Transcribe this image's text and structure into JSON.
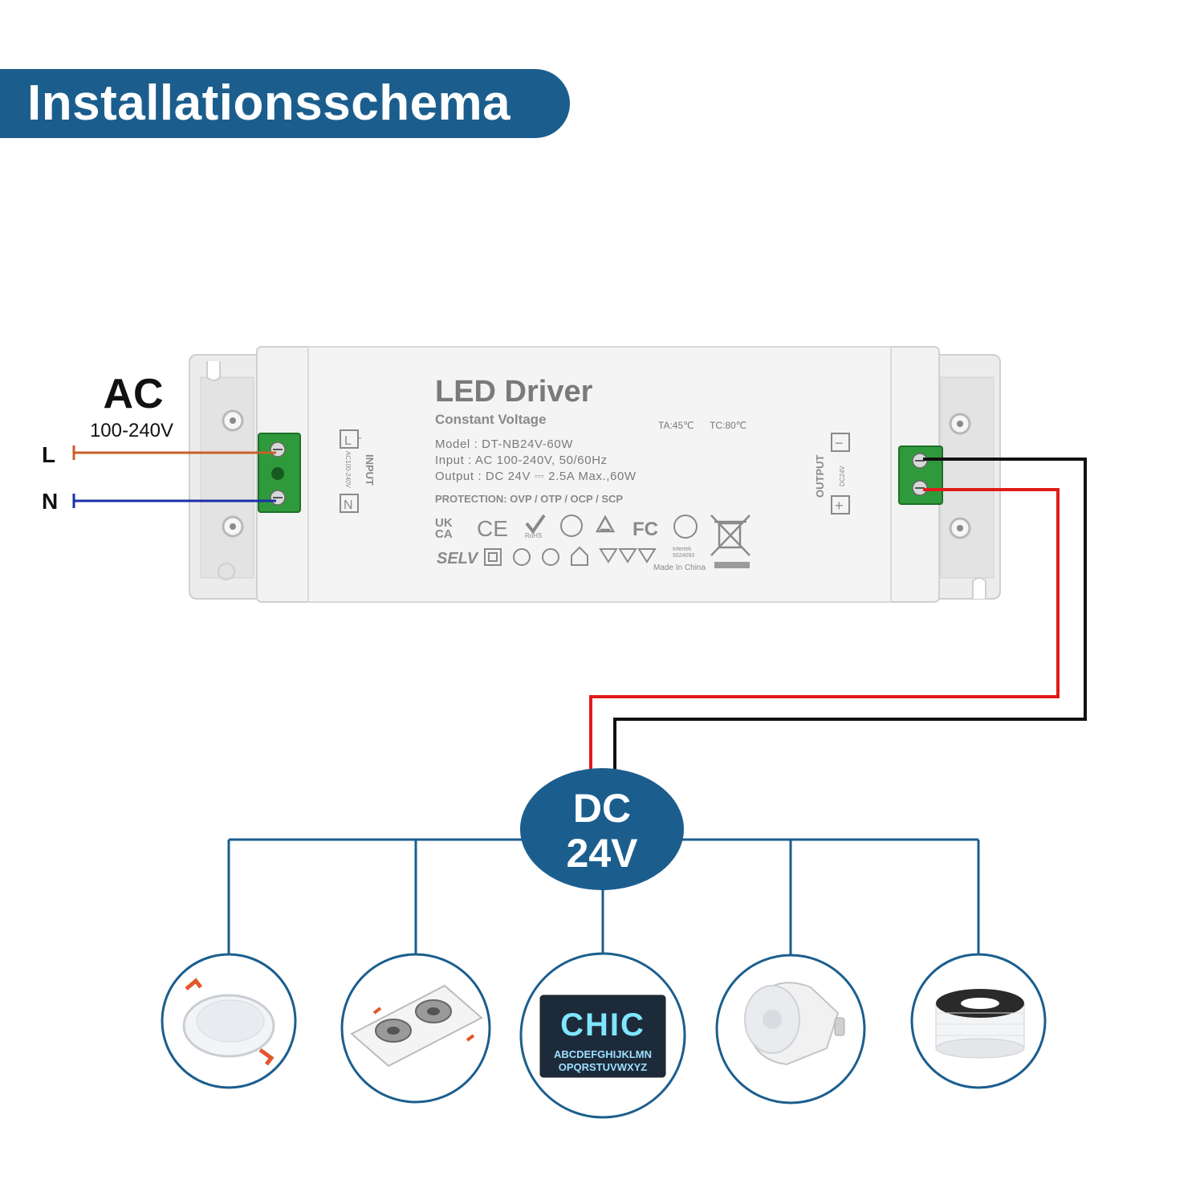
{
  "title": "Installationsschema",
  "ac": {
    "label": "AC",
    "voltage": "100-240V",
    "line": "L",
    "neutral": "N"
  },
  "driver": {
    "name": "LED Driver",
    "subtitle": "Constant Voltage",
    "ta": "TA:45℃",
    "tc": "TC:80℃",
    "model": "Model  : DT-NB24V-60W",
    "input": "Input    : AC 100-240V,  50/60Hz",
    "output": "Output : DC 24V ⎓ 2.5A Max.,60W",
    "protection": "PROTECTION: OVP / OTP / OCP / SCP",
    "made_in": "Made In China",
    "intertek": "Intertek",
    "intertek_no": "5024093",
    "input_label": "INPUT",
    "input_range": "AC100-240V",
    "output_label": "OUTPUT",
    "output_range": "DC24V",
    "term_l": "L",
    "term_n": "N",
    "term_minus": "−",
    "term_plus": "+",
    "selv": "SELV",
    "cert_ukca_1": "UK",
    "cert_ukca_2": "CA",
    "cert_ce": "CE",
    "cert_rohs": "RoHS",
    "cert_fc": "FC"
  },
  "dc": {
    "line1": "DC",
    "line2": "24V"
  },
  "loads": [
    {
      "name": "recessed-downlight"
    },
    {
      "name": "double-spot-fixture"
    },
    {
      "name": "led-sign",
      "word": "CHIC",
      "row1": "ABCDEFGHIJKLMN",
      "row2": "OPQRSTUVWXYZ"
    },
    {
      "name": "gu10-bulb"
    },
    {
      "name": "led-strip-reel"
    }
  ],
  "colors": {
    "accent": "#1b5e8e",
    "live_wire": "#c8602a",
    "neutral_wire": "#1a2fa8",
    "positive_wire": "#e01b1b",
    "negative_wire": "#111111",
    "terminal": "#2f9a3c"
  }
}
